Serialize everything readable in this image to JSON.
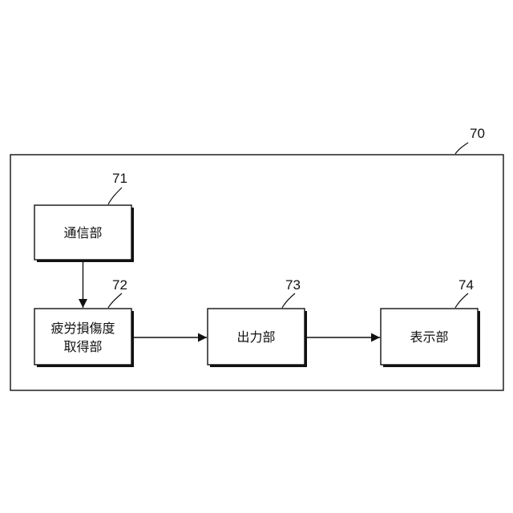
{
  "diagram": {
    "outer_ref": "70",
    "blocks": [
      {
        "ref": "71",
        "lines": [
          "通信部"
        ]
      },
      {
        "ref": "72",
        "lines": [
          "疲労損傷度",
          "取得部"
        ]
      },
      {
        "ref": "73",
        "lines": [
          "出力部"
        ]
      },
      {
        "ref": "74",
        "lines": [
          "表示部"
        ]
      }
    ],
    "connections": [
      {
        "from": "71",
        "to": "72"
      },
      {
        "from": "72",
        "to": "73"
      },
      {
        "from": "73",
        "to": "74"
      }
    ]
  }
}
